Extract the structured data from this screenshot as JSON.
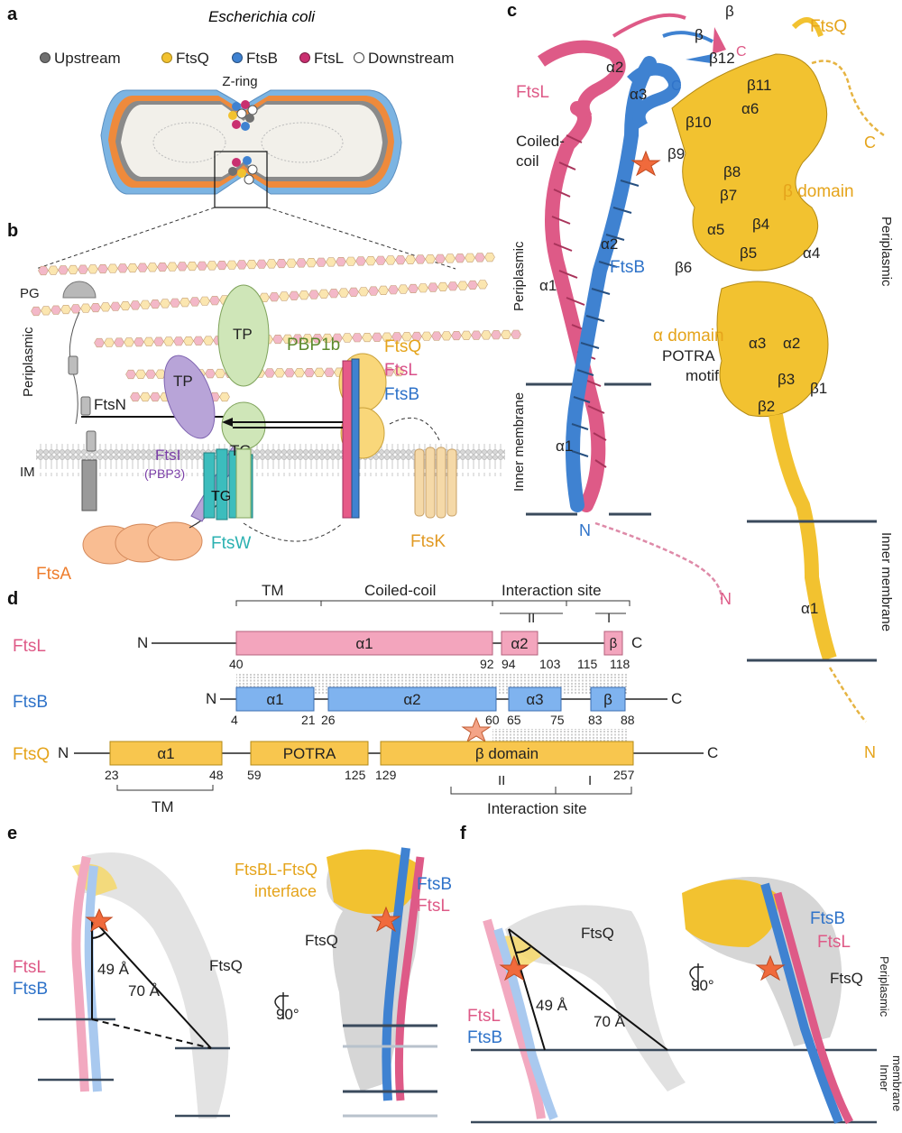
{
  "panel_letters": {
    "a": "a",
    "b": "b",
    "c": "c",
    "d": "d",
    "e": "e",
    "f": "f"
  },
  "colors": {
    "ftsq": "#f2c230",
    "ftsb": "#3f82d1",
    "ftsl": "#de5a87",
    "upstream": "#707070",
    "downstream": "#ffffff",
    "ftsa": "#f9bd92",
    "ftsw": "#3cbdbd",
    "ftsi": "#b8a4d8",
    "pbp1b": "#cfe6b8",
    "ftsk": "#f5d9a8",
    "membrane": "#3a4a5c"
  },
  "panel_a": {
    "title": "Escherichia coli",
    "legend": [
      "Upstream",
      "FtsQ",
      "FtsB",
      "FtsL",
      "Downstream"
    ],
    "zring": "Z-ring"
  },
  "panel_b": {
    "pg": "PG",
    "periplasmic": "Periplasmic",
    "im": "IM",
    "ftsn": "FtsN",
    "ftsi": "FtsI",
    "pbp3": "(PBP3)",
    "tp1": "TP",
    "tp2": "TP",
    "tg1": "TG",
    "tg2": "TG",
    "pbp1b": "PBP1b",
    "ftsq": "FtsQ",
    "ftsl": "FtsL",
    "ftsb": "FtsB",
    "ftsw": "FtsW",
    "ftsa": "FtsA",
    "ftsk": "FtsK"
  },
  "panel_c": {
    "ftsl": "FtsL",
    "coiled": "Coiled-",
    "coil": "coil",
    "periplasmic": "Periplasmic",
    "inner_membrane": "Inner membrane",
    "ftsb": "FtsB",
    "ftsq": "FtsQ",
    "beta_domain": "β domain",
    "alpha_domain": "α domain",
    "potra": "POTRA",
    "motif": "motif",
    "periplasmic_r": "Periplasmic",
    "inner_membrane_r": "Inner membrane",
    "n_b": "N",
    "n_l": "N",
    "n_q": "N",
    "c_q": "C",
    "c_b": "C",
    "c_l": "C",
    "a1_l": "α1",
    "a1_b": "α1",
    "a2_l": "α2",
    "a3_b": "α3",
    "a2_b": "α2",
    "beta_l": "β",
    "beta_b": "β",
    "b12": "β12",
    "b11": "β11",
    "a6": "α6",
    "b10": "β10",
    "b9": "β9",
    "b8": "β8",
    "b7": "β7",
    "a5": "α5",
    "b4": "β4",
    "b5": "β5",
    "a4": "α4",
    "b6": "β6",
    "a3q": "α3",
    "a2q": "α2",
    "b3": "β3",
    "b1": "β1",
    "b2": "β2",
    "a1q": "α1"
  },
  "panel_d": {
    "tm": "TM",
    "coiled": "Coiled-coil",
    "interaction": "Interaction site",
    "ii": "II",
    "i": "I",
    "ftsl": "FtsL",
    "ftsb": "FtsB",
    "ftsq": "FtsQ",
    "l_a1": "α1",
    "l_a2": "α2",
    "l_b": "β",
    "b_a1": "α1",
    "b_a2": "α2",
    "b_a3": "α3",
    "b_b": "β",
    "q_a1": "α1",
    "q_potra": "POTRA",
    "q_beta": "β domain",
    "n": "N",
    "c": "C",
    "l_nums": [
      "40",
      "92",
      "94",
      "103",
      "115",
      "118"
    ],
    "b_nums": [
      "4",
      "21",
      "26",
      "60",
      "65",
      "75",
      "83",
      "88"
    ],
    "q_nums": [
      "23",
      "48",
      "59",
      "125",
      "129",
      "257"
    ],
    "tm_bottom": "TM",
    "ii_bottom": "II",
    "i_bottom": "I",
    "interaction_bottom": "Interaction site"
  },
  "panel_e": {
    "interface": "FtsBL-FtsQ",
    "interface2": "interface",
    "ftsl": "FtsL",
    "ftsb": "FtsB",
    "ftsq": "FtsQ",
    "d49": "49 Å",
    "d70": "70 Å",
    "rot": "90°",
    "ftsb_r": "FtsB",
    "ftsl_r": "FtsL",
    "ftsq_r": "FtsQ"
  },
  "panel_f": {
    "ftsq": "FtsQ",
    "ftsl": "FtsL",
    "ftsb": "FtsB",
    "d49": "49 Å",
    "d70": "70 Å",
    "rot": "90°",
    "ftsb_r": "FtsB",
    "ftsl_r": "FtsL",
    "ftsq_r": "FtsQ",
    "periplasmic": "Periplasmic",
    "inner": "Inner",
    "membrane": "membrane"
  }
}
